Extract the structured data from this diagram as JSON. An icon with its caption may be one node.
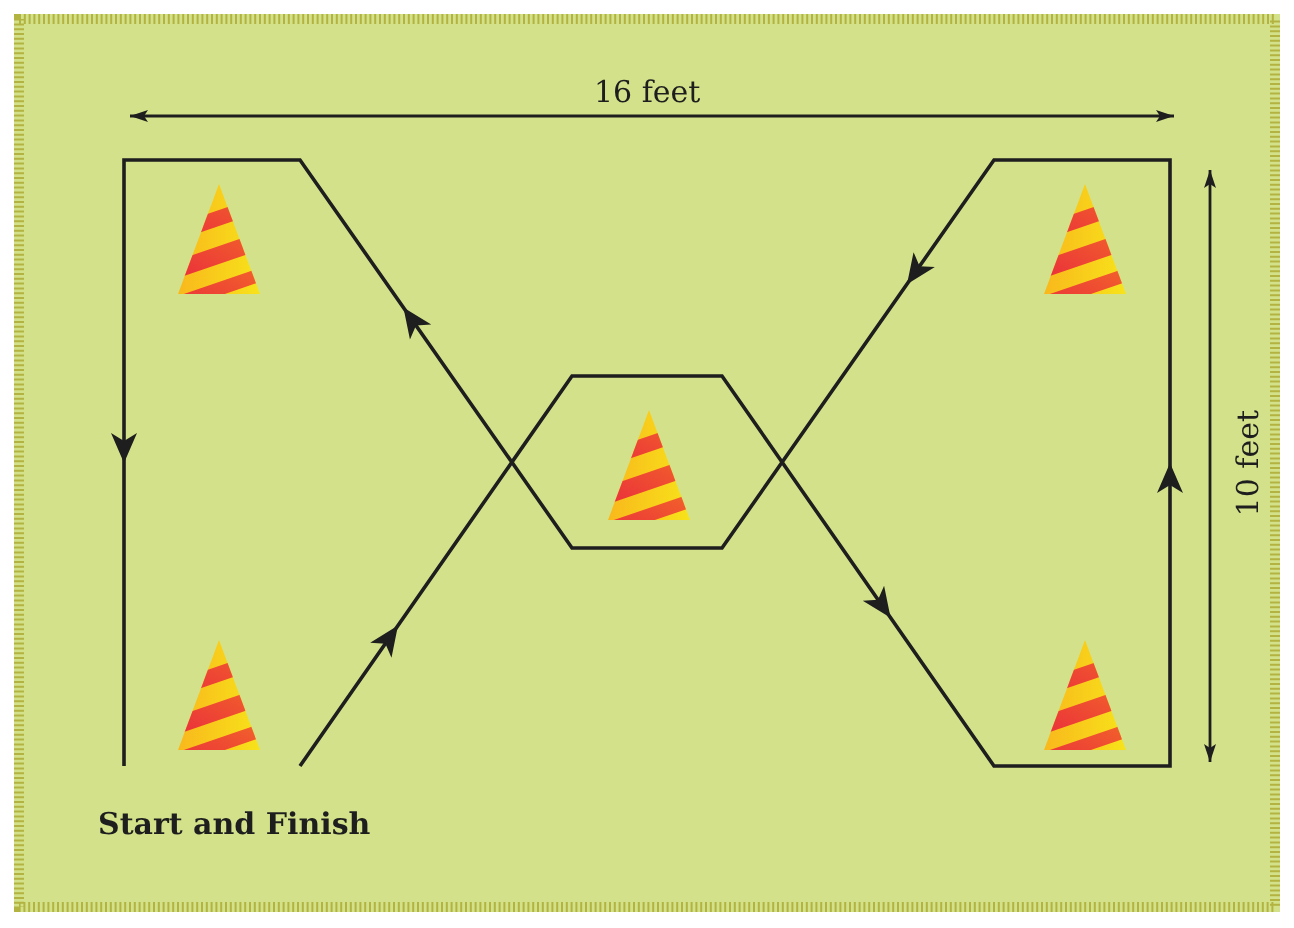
{
  "diagram": {
    "labels": [
      "16 feet",
      "10 feet",
      "Start and Finish"
    ]
  }
}
